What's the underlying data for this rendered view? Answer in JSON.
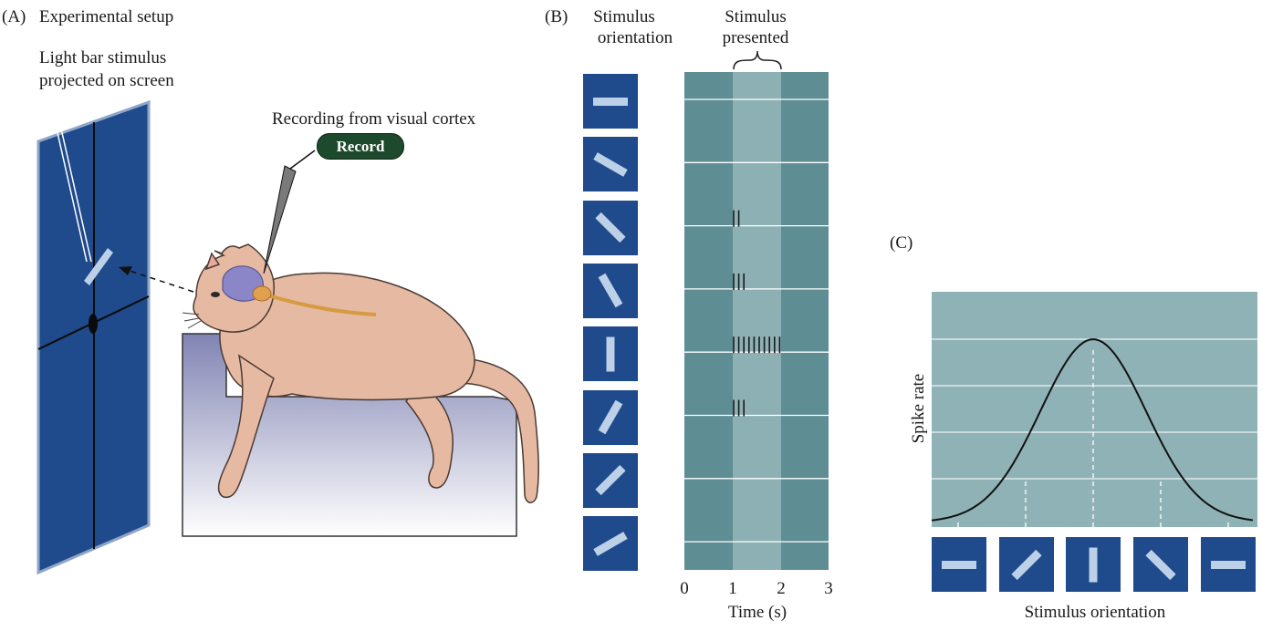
{
  "panel_a": {
    "label": "(A)",
    "title": "Experimental setup",
    "stimulus_label": [
      "Light bar stimulus",
      "projected on screen"
    ],
    "recording_label": "Recording from visual cortex",
    "record_button": "Record"
  },
  "panel_b": {
    "label": "(B)",
    "col1_header": [
      "Stimulus",
      "orientation"
    ],
    "col2_header": [
      "Stimulus",
      "presented"
    ],
    "x_ticks": [
      "0",
      "1",
      "2",
      "3"
    ],
    "x_label": "Time (s)",
    "stimulus_window_s": [
      1,
      2
    ],
    "orientations_deg": [
      0,
      -30,
      -45,
      -60,
      90,
      60,
      45,
      30
    ],
    "spike_counts": [
      0,
      0,
      2,
      3,
      10,
      3,
      0,
      0
    ]
  },
  "panel_c": {
    "label": "(C)",
    "y_label": "Spike rate",
    "x_label": "Stimulus orientation",
    "orientations_deg": [
      0,
      45,
      90,
      -45,
      0
    ]
  },
  "colors": {
    "screen_blue": "#1f4a8b",
    "raster_bg": "#5e8e93",
    "raster_window": "#8db0b4",
    "tuning_bg": "#8fb2b6",
    "cat": "#e6b9a2",
    "record_button": "#1d4a2c"
  }
}
